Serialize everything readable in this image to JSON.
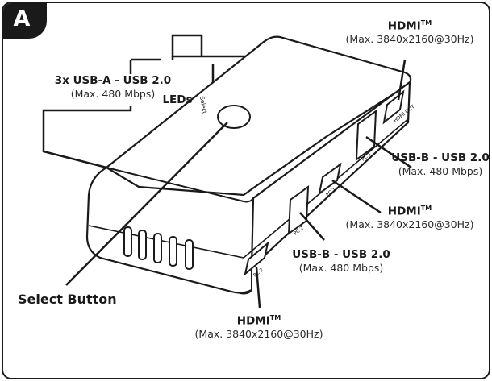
{
  "badge": "A",
  "labels": {
    "usb_a": {
      "title": "3x USB-A - USB 2.0",
      "sub": "(Max. 480 Mbps)"
    },
    "leds": {
      "title": "LEDs"
    },
    "select_button": {
      "title": "Select Button"
    },
    "hdmi_top": {
      "title": "HDMI",
      "sup": "TM",
      "sub": "(Max. 3840x2160@30Hz)"
    },
    "usbb_right": {
      "title": "USB-B - USB 2.0",
      "sub": "(Max. 480 Mbps)"
    },
    "hdmi_mid": {
      "title": "HDMI",
      "sup": "TM",
      "sub": "(Max. 3840x2160@30Hz)"
    },
    "usbb_mid": {
      "title": "USB-B - USB 2.0",
      "sub": "(Max. 480 Mbps)"
    },
    "hdmi_bottom": {
      "title": "HDMI",
      "sup": "TM",
      "sub": "(Max. 3840x2160@30Hz)"
    }
  },
  "device_print": {
    "select": "Select",
    "hdmi_out": "HDMI OUT",
    "pc1": "PC 1",
    "pc2": "PC 2"
  }
}
